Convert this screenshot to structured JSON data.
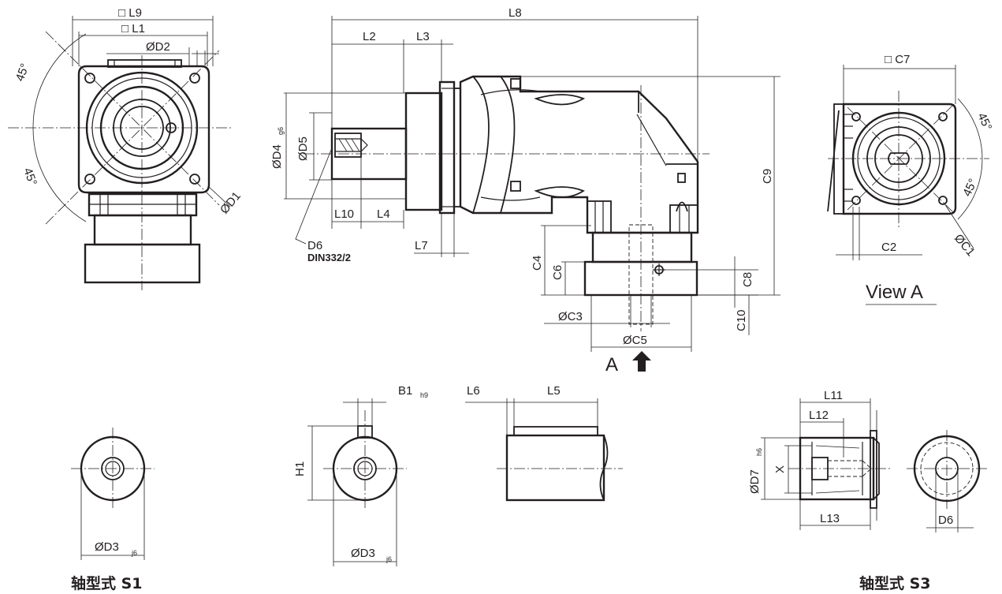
{
  "labels": {
    "L9": "□ L9",
    "L1": "□ L1",
    "D2": "ØD2",
    "D1": "ØD1",
    "a45": "45°",
    "L8": "L8",
    "L2": "L2",
    "L3": "L3",
    "L10": "L10",
    "L4": "L4",
    "L7": "L7",
    "D4": "ØD4",
    "D4_sub": "g6",
    "D5": "ØD5",
    "D6": "D6",
    "DIN": "DIN332/2",
    "C4": "C4",
    "C6": "C6",
    "C8": "C8",
    "C9": "C9",
    "C10": "C10",
    "C3": "ØC3",
    "C5": "ØC5",
    "A": "A",
    "C7": "□ C7",
    "C2": "C2",
    "C1": "ØC1",
    "view_a": "View A",
    "B1": "B1",
    "B1_sub": "h9",
    "L6": "L6",
    "L5": "L5",
    "H1": "H1",
    "D3": "ØD3",
    "D3_sub": "j6",
    "L11": "L11",
    "L12": "L12",
    "L13": "L13",
    "D7": "ØD7",
    "D7_sub": "h6",
    "X": "X",
    "D6b": "D6",
    "cap_s1": "轴型式 S1",
    "cap_s3": "轴型式 S3"
  }
}
